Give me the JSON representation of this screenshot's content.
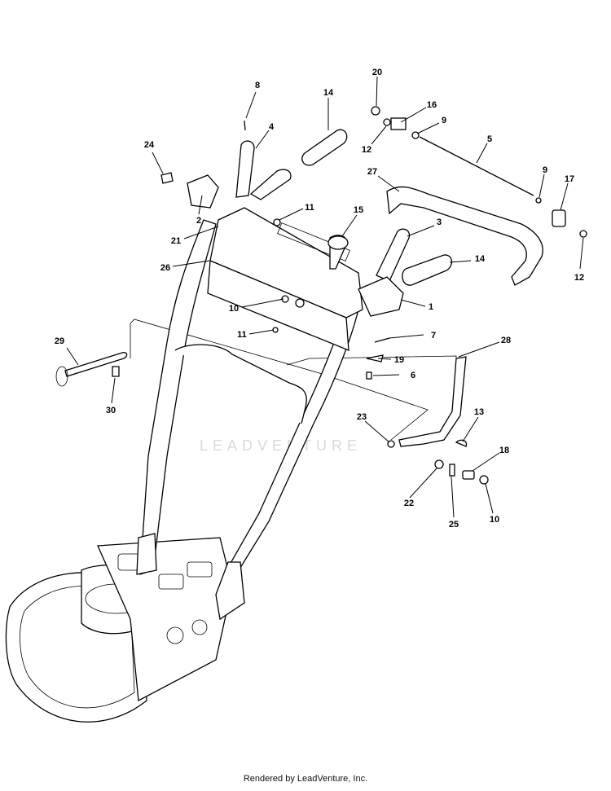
{
  "watermark": "LEADVENTURE",
  "footer": "Rendered by LeadVenture, Inc.",
  "callouts": [
    "8",
    "14",
    "4",
    "24",
    "2",
    "21",
    "26",
    "11",
    "15",
    "10",
    "11",
    "29",
    "30",
    "20",
    "16",
    "9",
    "12",
    "5",
    "27",
    "9",
    "17",
    "12",
    "3",
    "14",
    "1",
    "7",
    "19",
    "6",
    "28",
    "23",
    "13",
    "18",
    "22",
    "25",
    "10"
  ]
}
